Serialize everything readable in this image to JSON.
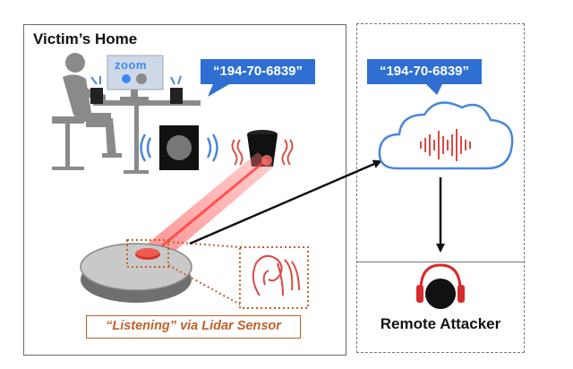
{
  "victim_home": {
    "title": "Victim’s Home",
    "zoom_label": "zoom",
    "speech_text": "“194-70-6839”",
    "caption": "“Listening” via Lidar Sensor"
  },
  "remote": {
    "speech_text": "“194-70-6839”",
    "attacker_label": "Remote Attacker"
  },
  "colors": {
    "callout_blue": "#2e6fd1",
    "cloud_blue": "#4a86d9",
    "laser_red": "#e04545",
    "annotation_orange": "#c0612a",
    "headphone_red": "#d92b2b"
  },
  "icons": [
    "person-at-desk-icon",
    "monitor-icon",
    "speaker-icon",
    "subwoofer-icon",
    "trash-can-icon",
    "robot-vacuum-icon",
    "ear-icon",
    "cloud-icon",
    "audio-waveform-icon",
    "attacker-headphones-icon"
  ]
}
